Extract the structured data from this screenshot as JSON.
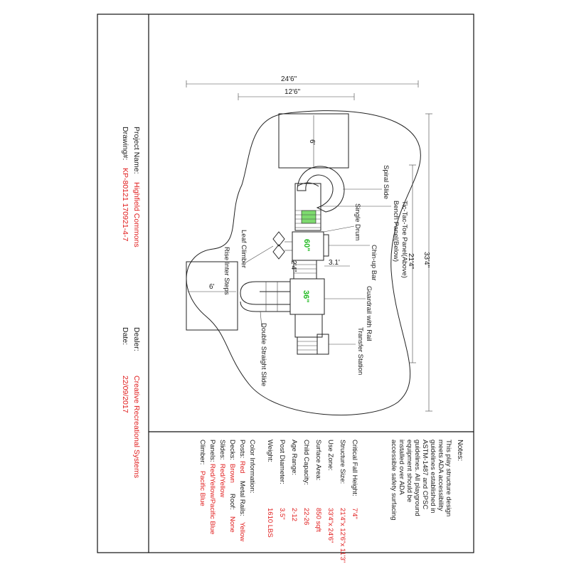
{
  "title_block": {
    "project_label": "Project Name:",
    "project_value": "Highfield Commons",
    "drawing_label": "Drawing#:",
    "drawing_value": "KP-80121 170921-4-7",
    "dealer_label": "Dealer:",
    "dealer_value": "Creative Recreational Systems",
    "date_label": "Date:",
    "date_value": "22/09/2017"
  },
  "notes": {
    "heading": "Notes:",
    "lines": [
      "This play structure design",
      "meets ADA accessibility",
      "guidelines established in",
      "ASTM-1487 and CPSC",
      "guidelines. All playground",
      "equipment should be",
      "installed over ADA",
      "accessible safety surfacing"
    ]
  },
  "specs": [
    {
      "label": "Critical Fall Height:",
      "value": "7'4\""
    },
    {
      "label": "Structure Size:",
      "value": "21'4\"x 12'6\"x 11'3\""
    },
    {
      "label": "Use Zone:",
      "value": "33'4\"x 24'6\""
    },
    {
      "label": "Surface Area:",
      "value": "850 sqft"
    },
    {
      "label": "Child Capacity:",
      "value": "22-26"
    },
    {
      "label": "Age Range:",
      "value": "2-12"
    },
    {
      "label": "Post Diameter:",
      "value": "3.5\""
    },
    {
      "label": "Weight:",
      "value": "1610 LBS"
    }
  ],
  "color_info": {
    "heading": "Color Information:",
    "posts_label": "Posts:",
    "posts_value": "Red",
    "rails_label": "Metal Rails:",
    "rails_value": "Yellow",
    "decks_label": "Decks:",
    "decks_value": "Brown",
    "roof_label": "Roof:",
    "roof_value": "None",
    "slides_label": "Slides:",
    "slides_value": "Red/Yellow",
    "panels_label": "Panels:",
    "panels_value": "Red/Yellow/Pacific Blue",
    "climber_label": "Climber:",
    "climber_value": "Pacific Blue"
  },
  "plan": {
    "dim_overall_width": "24'6\"",
    "dim_structure_width": "12'6\"",
    "dim_overall_length": "33'4\"",
    "dim_structure_length": "21'4\"",
    "dim_top_zone": "6'",
    "dim_left_zone": "6'",
    "dim_chinup": "3.1'",
    "dim_gap": "2'4\"",
    "deck_high": "60\"",
    "deck_low": "36\"",
    "label_spiral_slide": "Spiral Slide",
    "label_tictactoe": "Tic-Tac-Toe Panel(Above)",
    "label_bench": "Bench Panel(Below)",
    "label_single_drum": "Single Drum",
    "label_chinup": "Chin-up Bar",
    "label_leaf_climber": "Leaf Climber",
    "label_rise_steps": "Rise Inter Steps",
    "label_guardrail": "Guardrail with Rail",
    "label_transfer": "Transfer Station",
    "label_double_slide": "Double Straight Slide"
  }
}
